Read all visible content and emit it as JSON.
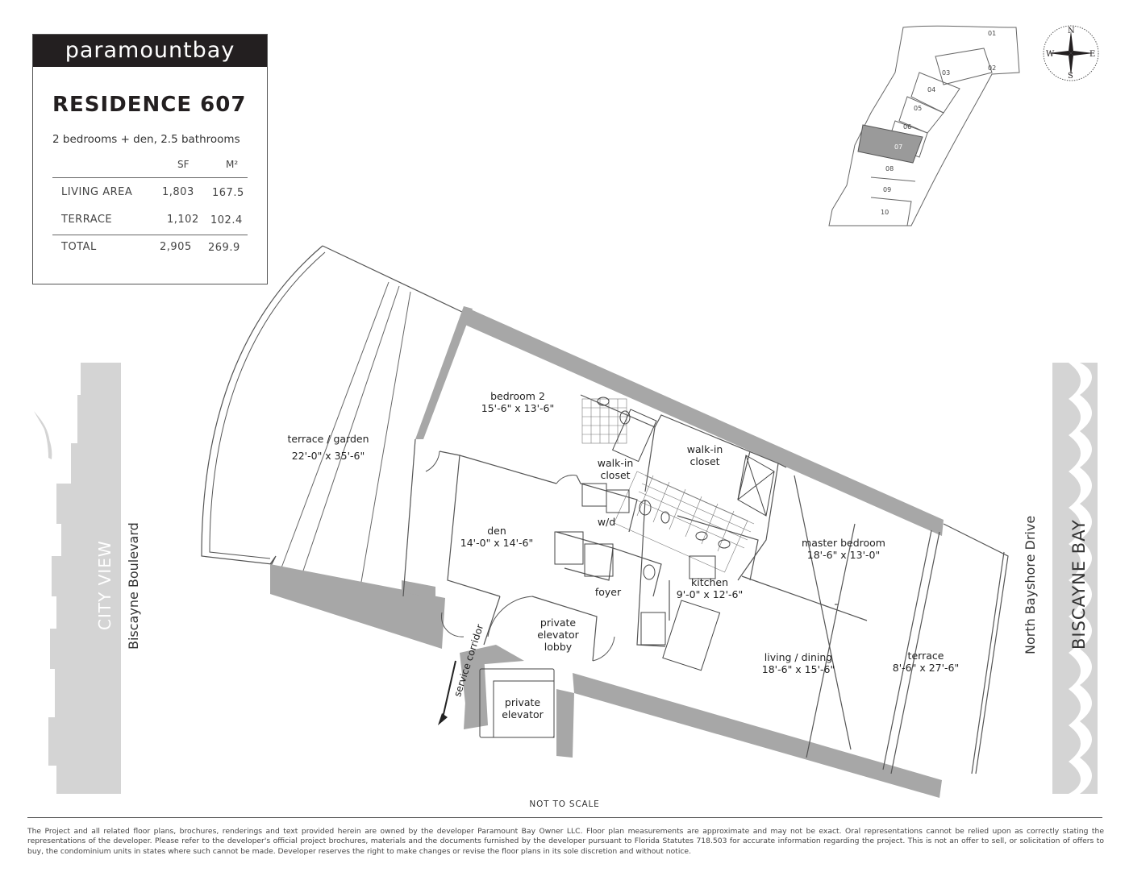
{
  "brand": "paramountbay",
  "residence": {
    "title": "RESIDENCE 607",
    "subtitle": "2 bedrooms + den, 2.5 bathrooms",
    "columns": [
      "SF",
      "M²"
    ],
    "rows": [
      {
        "label": "LIVING AREA",
        "sf": "1,803",
        "m2": "167.5"
      },
      {
        "label": "TERRACE",
        "sf": "1,102",
        "m2": "102.4"
      }
    ],
    "total": {
      "label": "TOTAL",
      "sf": "2,905",
      "m2": "269.9"
    }
  },
  "keyplan": {
    "units": [
      "01",
      "02",
      "03",
      "04",
      "05",
      "06",
      "07",
      "08",
      "09",
      "10"
    ],
    "highlighted": "07",
    "highlight_color": "#9a9a9a"
  },
  "compass": {
    "n": "N",
    "s": "S",
    "e": "E",
    "w": "W"
  },
  "rooms": {
    "terrace_garden": {
      "name": "terrace / garden",
      "dims": "22'-0\" x 35'-6\""
    },
    "bedroom2": {
      "name": "bedroom 2",
      "dims": "15'-6\" x 13'-6\""
    },
    "walkin1": {
      "name1": "walk-in",
      "name2": "closet"
    },
    "walkin2": {
      "name1": "walk-in",
      "name2": "closet"
    },
    "den": {
      "name": "den",
      "dims": "14'-0\" x 14'-6\""
    },
    "wd": "w/d",
    "foyer": "foyer",
    "kitchen": {
      "name": "kitchen",
      "dims": "9'-0\" x 12'-6\""
    },
    "master": {
      "name": "master bedroom",
      "dims": "18'-6\" x 13'-0\""
    },
    "living": {
      "name": "living / dining",
      "dims": "18'-6\" x 15'-6\""
    },
    "terrace": {
      "name": "terrace",
      "dims": "8'-6\" x 27'-6\""
    },
    "lobby": {
      "l1": "private",
      "l2": "elevator",
      "l3": "lobby"
    },
    "elevator": {
      "l1": "private",
      "l2": "elevator"
    },
    "service": "service corridor"
  },
  "sides": {
    "city_view": "CITY VIEW",
    "biscayne_blvd": "Biscayne Boulevard",
    "north_bayshore": "North Bayshore Drive",
    "biscayne_bay": "BISCAYNE BAY"
  },
  "colors": {
    "wall": "#a7a7a7",
    "skyline": "#d4d4d4",
    "dark": "#231f20"
  },
  "not_to_scale": "NOT TO SCALE",
  "disclaimer": "The Project and all related floor plans, brochures, renderings and text provided herein are owned by the developer Paramount Bay Owner LLC.  Floor plan measurements are approximate and may not be exact. Oral representations cannot be relied upon as correctly stating the representations of the developer.  Please refer to the developer's official project brochures, materials and the documents furnished by the developer pursuant to Florida Statutes 718.503 for accurate information regarding the project.  This is not an offer to sell, or solicitation of offers to buy, the condominium units in states where such cannot be made.  Developer reserves the right to make changes or revise the floor plans in its sole discretion and without notice."
}
